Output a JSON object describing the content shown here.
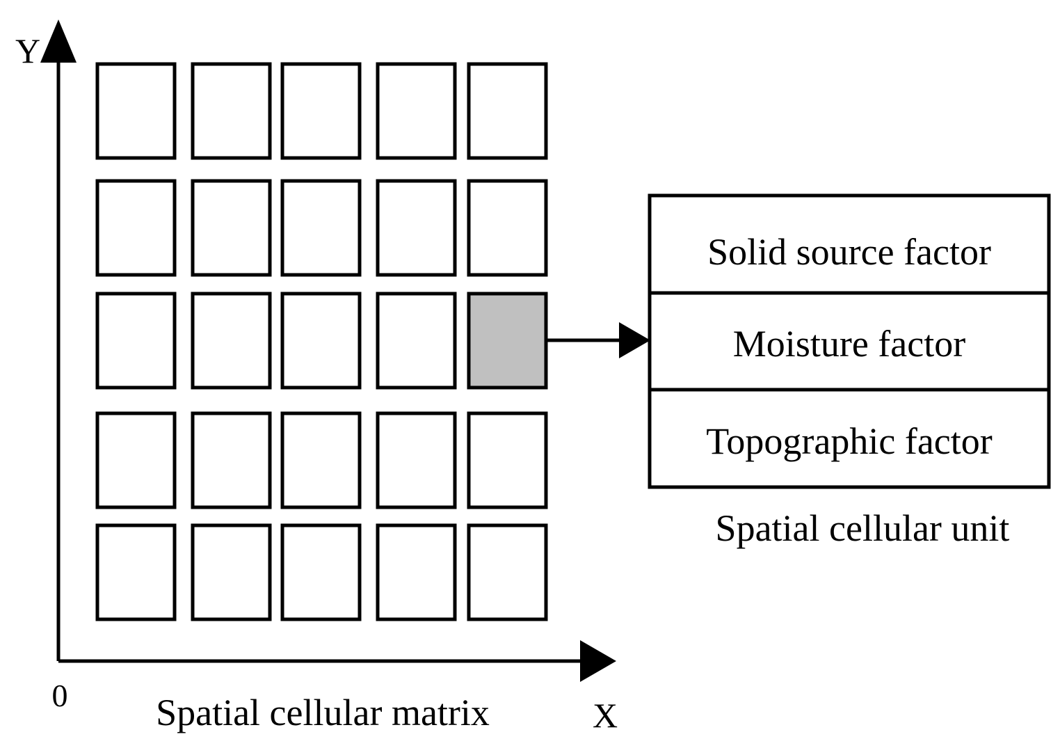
{
  "matrix": {
    "rows": 5,
    "cols": 5,
    "highlighted_cell": {
      "row": 3,
      "col": 5
    },
    "cell_color": "#ffffff",
    "highlight_color": "#c0c0c0",
    "caption": "Spatial cellular matrix"
  },
  "axes": {
    "y_label": "Y",
    "x_label": "X",
    "origin_label": "0"
  },
  "unit": {
    "layers": [
      "Solid source factor",
      "Moisture factor",
      "Topographic factor"
    ],
    "caption": "Spatial cellular unit"
  }
}
